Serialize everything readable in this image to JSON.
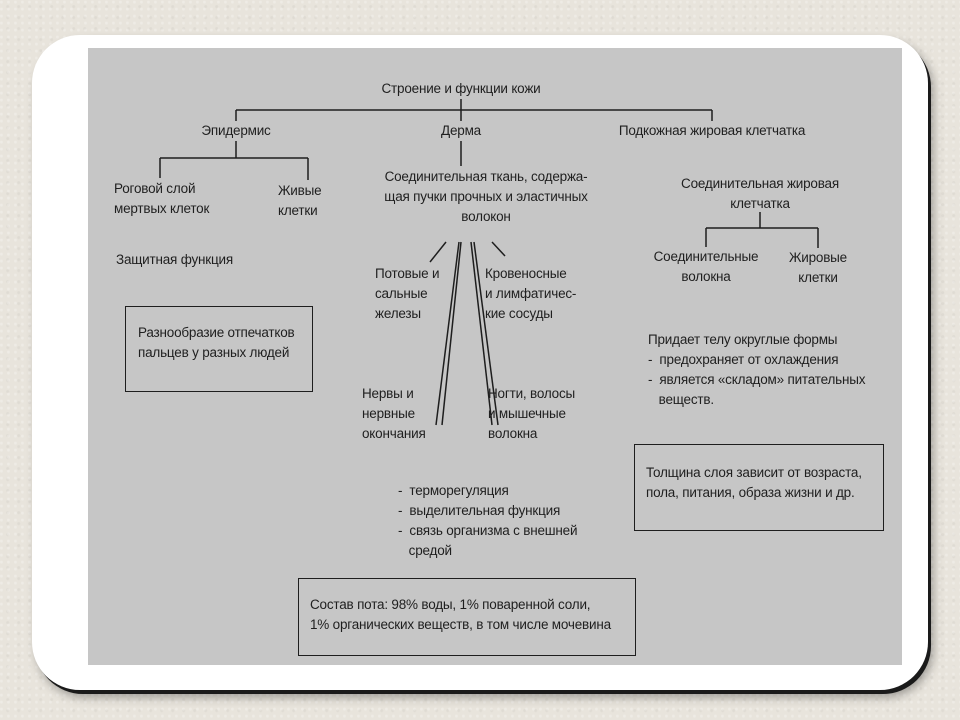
{
  "title": "Строение и функции кожи",
  "layers": {
    "epidermis": "Эпидермис",
    "dermis": "Дерма",
    "subcutaneous": "Подкожная жировая клетчатка"
  },
  "epidermis": {
    "horny_layer": "Роговой слой\nмертвых клеток",
    "living_cells": "Живые\nклетки",
    "function": "Защитная функция",
    "box": "Разнообразие отпечатков\nпальцев у разных людей"
  },
  "dermis": {
    "tissue": "Соединительная ткань, содержа-\nщая пучки прочных и эластичных\nволокон",
    "glands": "Потовые и\nсальные\nжелезы",
    "vessels": "Кровеносные\nи лимфатичес-\nкие сосуды",
    "nerves": "Нервы и\nнервные\nокончания",
    "nails": "Ногти, волосы\nи мышечные\nволокна",
    "functions": "-  терморегуляция\n-  выделительная функция\n-  связь организма с внешней\n   средой",
    "box": "Состав пота: 98% воды, 1% поваренной соли,\n1% органических веществ, в том числе мочевина"
  },
  "subcutaneous": {
    "tissue": "Соединительная жировая\nклетчатка",
    "fibers": "Соединительные\nволокна",
    "fat_cells": "Жировые\nклетки",
    "functions": "Придает телу округлые формы\n-  предохраняет от охлаждения\n-  является «складом» питательных\n   веществ.",
    "box": "Толщина слоя зависит от возраста,\nпола, питания, образа жизни и др."
  }
}
